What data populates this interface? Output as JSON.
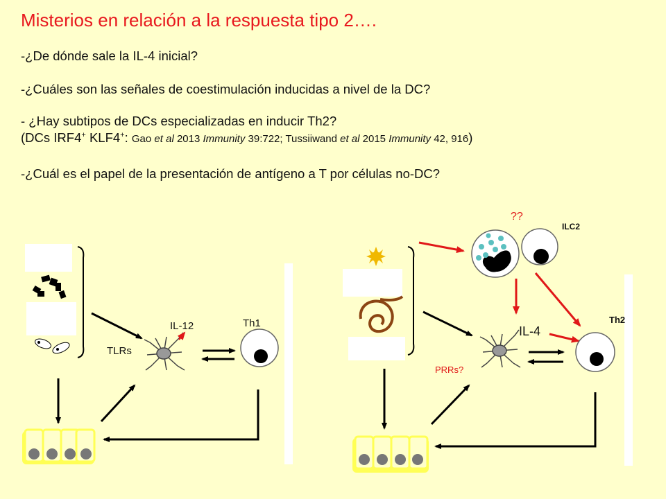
{
  "title": "Misterios en relación a la respuesta tipo 2….",
  "questions": {
    "q1": "-¿De dónde sale la IL-4 inicial?",
    "q2": "-¿Cuáles son las señales de coestimulación inducidas a nivel de la DC?",
    "q3_line1": "- ¿Hay subtipos de DCs especializadas en inducir Th2?",
    "q3_line2_a": "(DCs IRF4",
    "q3_sup1": "+",
    "q3_line2_b": " KLF4",
    "q3_sup2": "+",
    "q3_line2_c": ": ",
    "q3_ref": "Gao et al 2013 Immunity 39:722; Tussiiwand et al 2015 Immunity 42, 916",
    "q3_close": ")",
    "q4": "-¿Cuál es el papel de la presentación de antígeno a T por células no-DC?"
  },
  "diagram": {
    "left": {
      "il12_label": "IL-12",
      "th1_label": "Th1",
      "tlrs_label": "TLRs"
    },
    "right": {
      "unknown_label": "??",
      "ilc2_label": "ILC2",
      "il4_label": "IL-4",
      "th2_label": "Th2",
      "prrs_label": "PRRs?"
    }
  },
  "colors": {
    "background": "#FFFFCC",
    "title": "#E8181E",
    "red_arrow": "#E01818",
    "epithelium": "#FFFF55",
    "worm": "#8B4513",
    "granule": "#5BC0C0"
  }
}
